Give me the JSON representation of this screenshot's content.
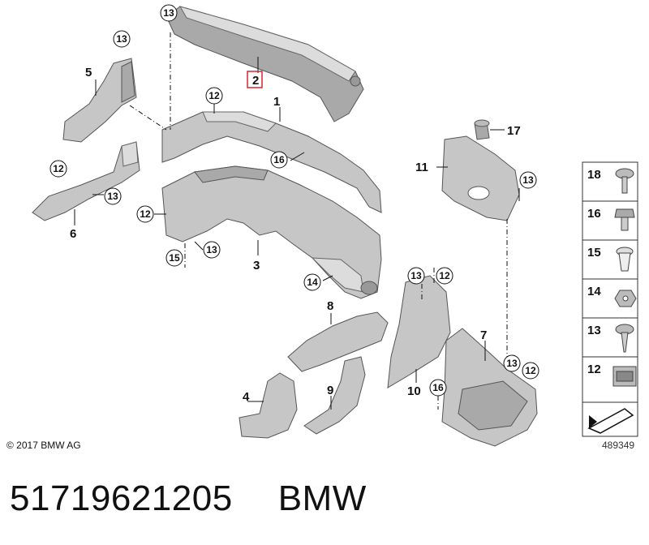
{
  "parts": [
    {
      "id": "p1",
      "num": "1"
    },
    {
      "id": "p2",
      "num": "2"
    },
    {
      "id": "p3",
      "num": "3"
    },
    {
      "id": "p4",
      "num": "4"
    },
    {
      "id": "p5",
      "num": "5"
    },
    {
      "id": "p6",
      "num": "6"
    },
    {
      "id": "p7",
      "num": "7"
    },
    {
      "id": "p8",
      "num": "8"
    },
    {
      "id": "p9",
      "num": "9"
    },
    {
      "id": "p10",
      "num": "10"
    },
    {
      "id": "p11",
      "num": "11"
    },
    {
      "id": "p17",
      "num": "17"
    }
  ],
  "callouts": [
    "13",
    "12",
    "16",
    "15",
    "14"
  ],
  "legend": [
    "18",
    "16",
    "15",
    "14",
    "13",
    "12"
  ],
  "copyright": "© 2017 BMW AG",
  "doc_number": "489349",
  "part_number": "51719621205",
  "brand": "BMW"
}
